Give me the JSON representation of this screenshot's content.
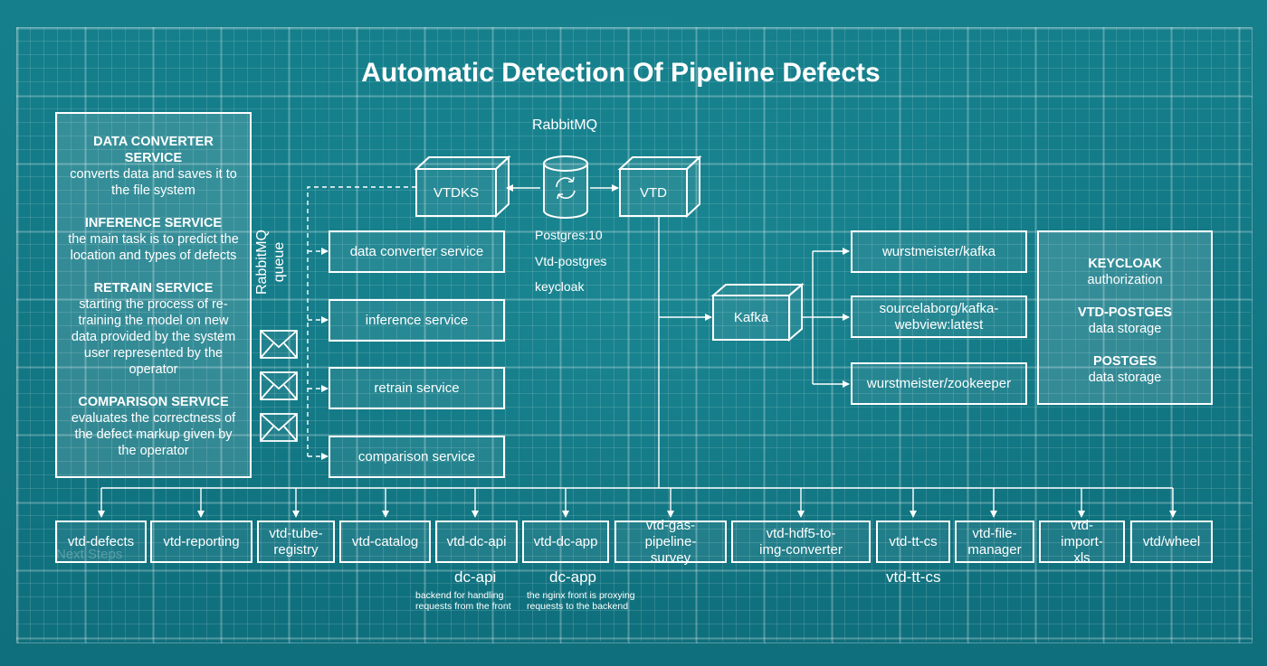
{
  "title": "Automatic Detection Of Pipeline Defects",
  "left_panel": [
    {
      "heading": "DATA CONVERTER SERVICE",
      "text": "converts data and saves it to the file system"
    },
    {
      "heading": "INFERENCE SERVICE",
      "text": "the main task is to predict the location and types of defects"
    },
    {
      "heading": "RETRAIN SERVICE",
      "text": "starting the process of re-training the model on new data provided by the system user represented by the operator"
    },
    {
      "heading": "COMPARISON SERVICE",
      "text": "evaluates the correctness of the defect markup given by the operator"
    }
  ],
  "queue": {
    "line1": "RabbitMQ",
    "line2": "queue"
  },
  "rabbitmq_label": "RabbitMQ",
  "cubes": {
    "vtdks": "VTDKS",
    "vtd": "VTD",
    "kafka": "Kafka"
  },
  "db_labels": [
    "Postgres:10",
    "Vtd-postgres",
    "keycloak"
  ],
  "services": [
    "data converter service",
    "inference service",
    "retrain service",
    "comparison service"
  ],
  "kafka_targets": [
    "wurstmeister/kafka",
    "sourcelaborg/kafka-webview:latest",
    "wurstmeister/zookeeper"
  ],
  "right_panel": [
    {
      "heading": "KEYCLOAK",
      "text": "authorization"
    },
    {
      "heading": "VTD-POSTGES",
      "text": "data storage"
    },
    {
      "heading": "POSTGES",
      "text": "data storage"
    }
  ],
  "bottom_modules": [
    "vtd-defects",
    "vtd-reporting",
    "vtd-tube-registry",
    "vtd-catalog",
    "vtd-dc-api",
    "vtd-dc-app",
    "vtd-gas-pipeline-survey",
    "vtd-hdf5-to-img-converter",
    "vtd-tt-cs",
    "vtd-file-manager",
    "vtd-import-xls",
    "vtd/wheel"
  ],
  "annotations": {
    "dc_api": {
      "title": "dc-api",
      "desc": "backend for handling requests from the front"
    },
    "dc_app": {
      "title": "dc-app",
      "desc": "the nginx front is proxying requests to the backend"
    },
    "tt_cs": {
      "title": "vtd-tt-cs"
    }
  },
  "watermark": "Next Steps",
  "colors": {
    "background": "#127a86",
    "line": "#ffffff"
  },
  "icons": [
    "envelope-icon",
    "database-icon",
    "cube-icon"
  ]
}
